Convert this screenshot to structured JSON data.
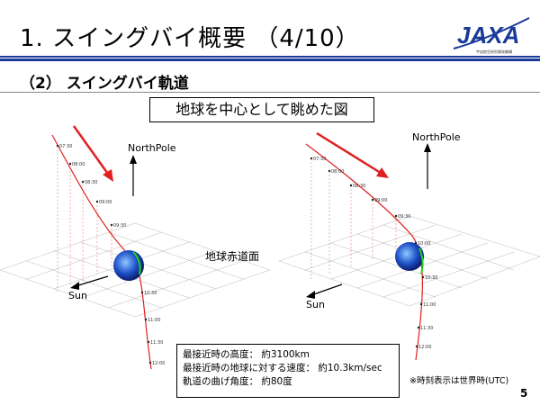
{
  "header": {
    "title": "1. スイングバイ概要 （4/10）",
    "subtitle": "（2） スイングバイ軌道",
    "logo_text": "JAXA",
    "logo_sub": "宇宙航空研究開発機構"
  },
  "diagram": {
    "view_label": "地球を中心として眺めた図",
    "equator_label": "地球赤道面",
    "north_label": "NorthPole",
    "sun_label": "Sun",
    "left_times": [
      "07:30",
      "08:00",
      "08:30",
      "09:00",
      "09:30",
      "10:30",
      "11:00",
      "11:30",
      "12:00"
    ],
    "right_times": [
      "07:30",
      "08:00",
      "08:30",
      "09:00",
      "09:30",
      "10:00",
      "10:30",
      "11:00",
      "11:30",
      "12:00"
    ]
  },
  "info": {
    "line1": "最接近時の高度： 約3100km",
    "line2": "最接近時の地球に対する速度： 約10.3km/sec",
    "line3": "軌道の曲げ角度： 約80度"
  },
  "note": "※時刻表示は世界時(UTC)",
  "page_number": "5",
  "colors": {
    "accent": "#1a3a9a",
    "trajectory": "#e02020",
    "earth": "#1e50c8",
    "swing_arc": "#22cc22"
  }
}
